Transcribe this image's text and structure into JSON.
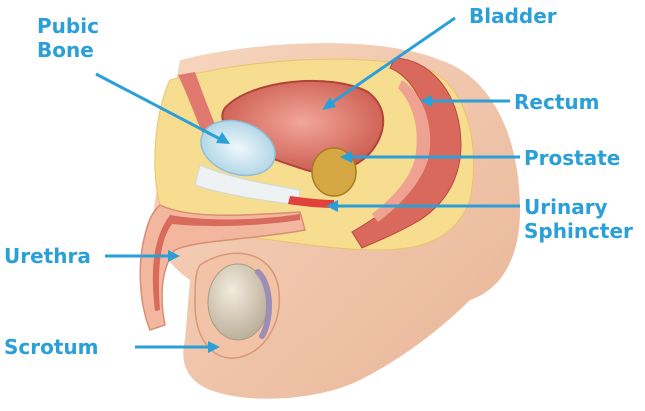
{
  "labels": {
    "pubic_bone": [
      "Pubic",
      "Bone"
    ],
    "bladder": "Bladder",
    "rectum": "Rectum",
    "prostate": "Prostate",
    "urinary_sphincter": [
      "Urinary",
      "Sphincter"
    ],
    "urethra": "Urethra",
    "scrotum": "Scrotum"
  },
  "colors": {
    "label": "#2a9fd8",
    "skin": "#f4c9ae",
    "fat": "#f7dd8f",
    "tissue": "#e58a7a",
    "bone": "#cfe6f0",
    "prostate": "#d6a843"
  }
}
